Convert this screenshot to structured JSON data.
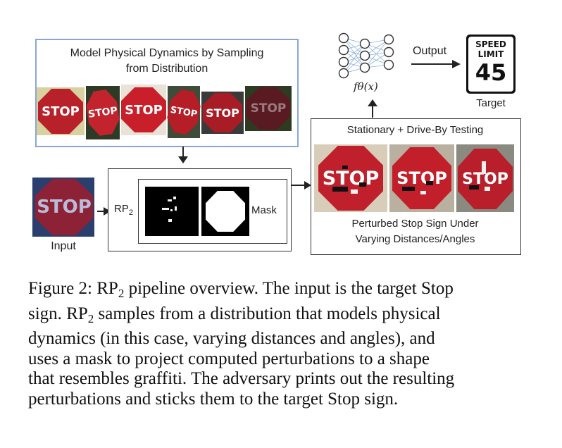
{
  "diagram": {
    "sampling_box": {
      "title_line1": "Model Physical Dynamics by Sampling",
      "title_line2": "from Distribution",
      "signs": [
        {
          "text": "STOP",
          "color": "#b8202a",
          "bg": "#d9d0a0"
        },
        {
          "text": "STOP",
          "color": "#c2232d",
          "bg": "#2c3a26"
        },
        {
          "text": "STOP",
          "color": "#c81f2b",
          "bg": "#e9e2d6"
        },
        {
          "text": "STOP",
          "color": "#b51d27",
          "bg": "#3d4d3a"
        },
        {
          "text": "STOP",
          "color": "#a81c26",
          "bg": "#3a3a3a"
        },
        {
          "text": "STOP",
          "color": "#5a1a22",
          "bg": "#2e3a22"
        }
      ]
    },
    "input": {
      "sign_text": "STOP",
      "label": "Input"
    },
    "rp2": {
      "main": "RP",
      "sub": "2"
    },
    "mask_label": "Mask",
    "model": {
      "formula": "fθ(x)"
    },
    "output_label": "Output",
    "target": {
      "line1": "SPEED",
      "line2": "LIMIT",
      "value": "45",
      "label": "Target"
    },
    "testing": {
      "title": "Stationary + Drive-By Testing",
      "sign_text": "STOP",
      "caption_line1": "Perturbed Stop Sign Under",
      "caption_line2": "Varying Distances/Angles"
    },
    "colors": {
      "box_border": "#8aa6d8",
      "stop_red": "#c0202c"
    }
  },
  "caption": {
    "figure_label": "Figure 2:",
    "rp": "RP",
    "sub": "2",
    "part1": " pipeline overview. The input is the target Stop",
    "line2_pre": "sign. ",
    "line2_rest": " samples from a distribution that models physical",
    "line3": "dynamics (in this case, varying distances and angles), and",
    "line4": "uses a mask to project computed perturbations to a shape",
    "line5": "that resembles graffiti. The adversary prints out the resulting",
    "line6": "perturbations and sticks them to the target Stop sign."
  }
}
